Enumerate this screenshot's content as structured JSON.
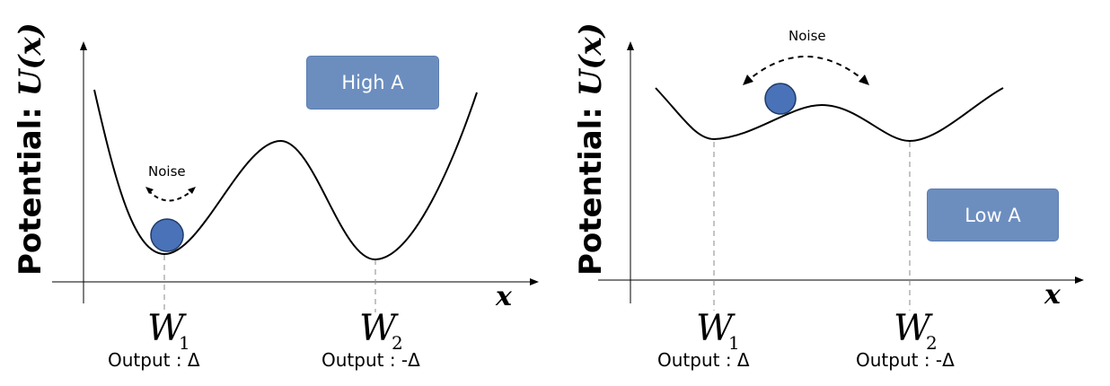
{
  "left_panel": {
    "y_label_text": "Potential: ",
    "y_label_fn": "U(x)",
    "x_label": "x",
    "box_label": "High A",
    "noise_label": "Noise",
    "w1": {
      "main": "W",
      "sub": "1",
      "output": "Output : Δ"
    },
    "w2": {
      "main": "W",
      "sub": "2",
      "output": "Output : -Δ"
    }
  },
  "right_panel": {
    "y_label_text": "Potential: ",
    "y_label_fn": "U(x)",
    "x_label": "x",
    "box_label": "Low A",
    "noise_label": "Noise",
    "w1": {
      "main": "W",
      "sub": "1",
      "output": "Output : Δ"
    },
    "w2": {
      "main": "W",
      "sub": "2",
      "output": "Output : -Δ"
    }
  },
  "colors": {
    "ball_fill": "#4a72b8",
    "ball_stroke": "#1f3a66",
    "box_fill": "#6c8ebf",
    "axis": "#000000",
    "guide": "#888888"
  }
}
